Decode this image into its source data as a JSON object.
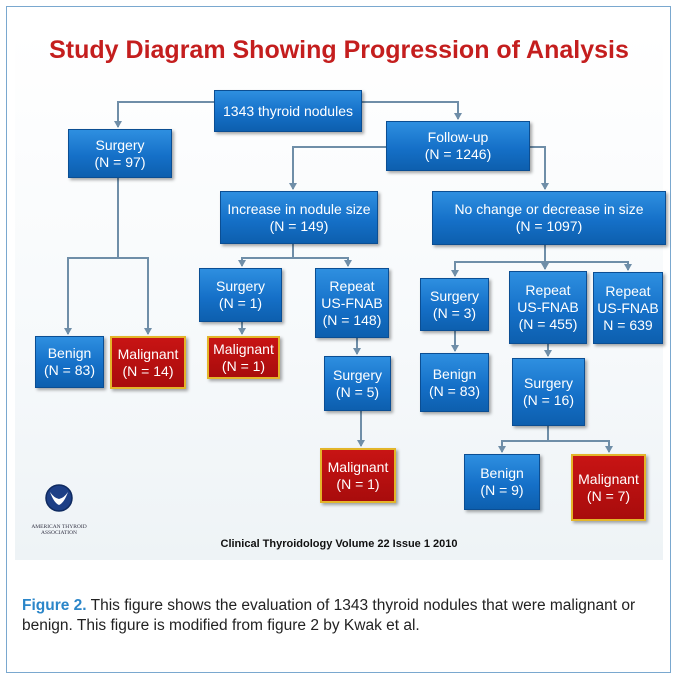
{
  "title": "Study Diagram Showing Progression of Analysis",
  "credit": "Clinical Thyroidology Volume 22 Issue 1 2010",
  "logo": {
    "icon": "american-thyroid-association-logo",
    "text": "AMERICAN THYROID ASSOCIATION"
  },
  "caption": {
    "figure_label": "Figure 2.",
    "text": " This figure shows the evaluation of 1343 thyroid nodules that were malignant or benign. This figure is modified from figure 2 by Kwak et al."
  },
  "colors": {
    "title": "#c41e1e",
    "box_blue": "#1570c8",
    "box_red": "#a80c0c",
    "box_red_border": "#e3b52a",
    "caption_label": "#2b86c9",
    "frame": "#7aa8cf"
  },
  "nodes": {
    "root": {
      "line1": "1343 thyroid nodules"
    },
    "surgery_97": {
      "line1": "Surgery",
      "line2": "(N = 97)"
    },
    "followup": {
      "line1": "Follow-up",
      "line2": "(N = 1246)"
    },
    "increase": {
      "line1": "Increase in nodule size",
      "line2": "(N = 149)"
    },
    "nochange": {
      "line1": "No change or decrease in size",
      "line2": "(N = 1097)"
    },
    "benign_83a": {
      "line1": "Benign",
      "line2": "(N = 83)"
    },
    "malignant_14": {
      "line1": "Malignant",
      "line2": "(N = 14)"
    },
    "surgery_1": {
      "line1": "Surgery",
      "line2": "(N = 1)"
    },
    "repeat_148": {
      "line1": "Repeat",
      "line2": "US-FNAB",
      "line3": "(N = 148)"
    },
    "malignant_1a": {
      "line1": "Malignant",
      "line2": "(N = 1)"
    },
    "surgery_5": {
      "line1": "Surgery",
      "line2": "(N = 5)"
    },
    "malignant_1b": {
      "line1": "Malignant",
      "line2": "(N = 1)"
    },
    "surgery_3": {
      "line1": "Surgery",
      "line2": "(N = 3)"
    },
    "repeat_455": {
      "line1": "Repeat",
      "line2": "US-FNAB",
      "line3": "(N = 455)"
    },
    "repeat_639": {
      "line1": "Repeat",
      "line2": "US-FNAB",
      "line3": "N = 639"
    },
    "benign_83b": {
      "line1": "Benign",
      "line2": "(N = 83)"
    },
    "surgery_16": {
      "line1": "Surgery",
      "line2": "(N = 16)"
    },
    "benign_9": {
      "line1": "Benign",
      "line2": "(N = 9)"
    },
    "malignant_7": {
      "line1": "Malignant",
      "line2": "(N = 7)"
    }
  }
}
